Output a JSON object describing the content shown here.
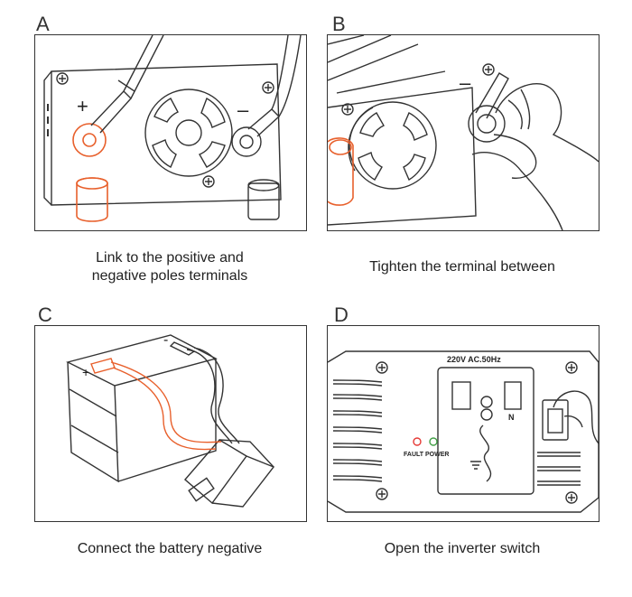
{
  "steps": [
    {
      "letter": "A",
      "caption_line1": "Link to the positive and",
      "caption_line2": "negative poles terminals",
      "plus_mark": "+",
      "minus_mark": "–"
    },
    {
      "letter": "B",
      "caption_line1": "Tighten the terminal between",
      "minus_mark": "–"
    },
    {
      "letter": "C",
      "caption_line1": "Connect the battery negative",
      "plus_mark": "+",
      "minus_mark": "-"
    },
    {
      "letter": "D",
      "caption_line1": "Open the inverter switch",
      "socket_rating": "220V AC.50Hz",
      "n_mark": "N",
      "fault_label": "FAULT",
      "power_label": "POWER"
    }
  ],
  "colors": {
    "line": "#333333",
    "accent": "#e8602c",
    "led_red": "#e53935",
    "led_green": "#43a047"
  }
}
